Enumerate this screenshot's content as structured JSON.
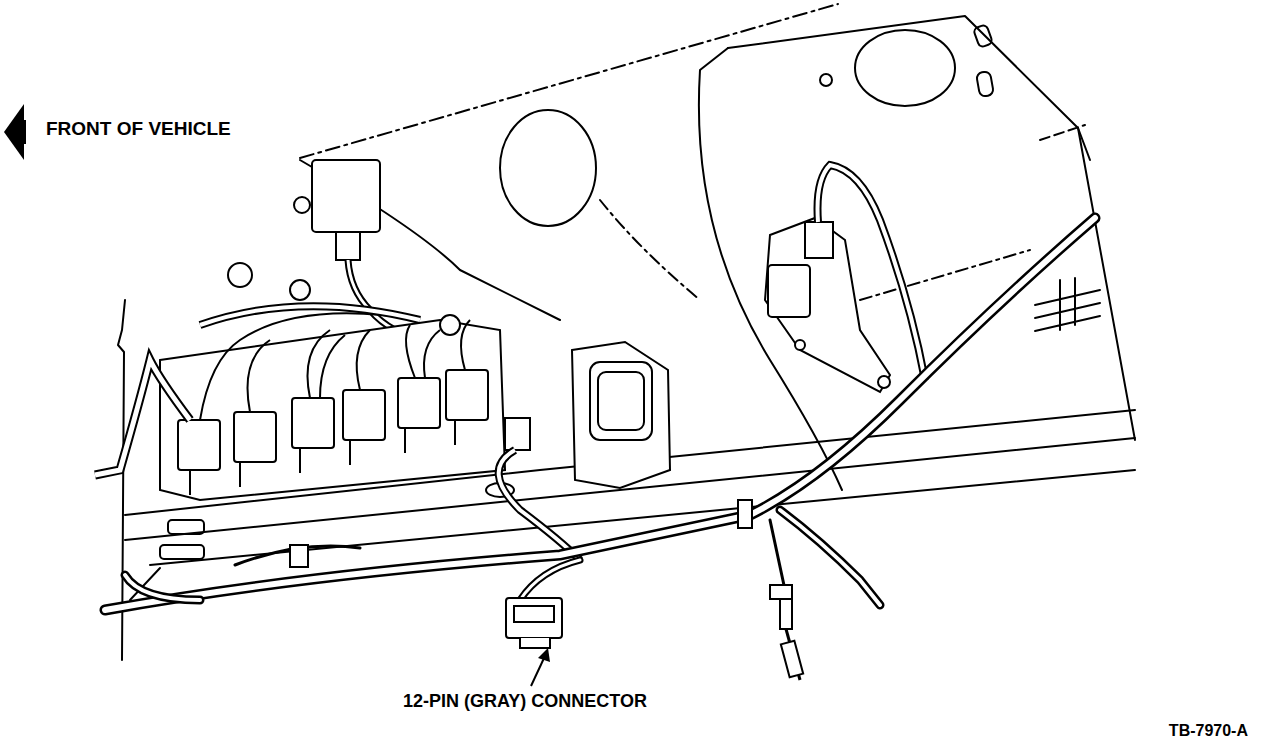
{
  "diagram": {
    "labels": [
      "FRONT OF VEHICLE",
      "12-PIN (GRAY) CONNECTOR",
      "TB-7970-A"
    ]
  }
}
